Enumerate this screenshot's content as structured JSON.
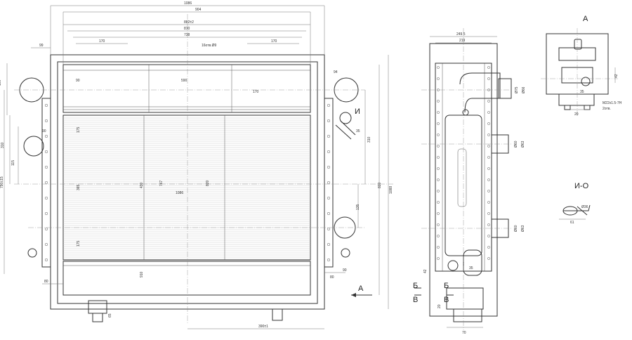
{
  "drawing": {
    "front": {
      "dims_top": [
        "1086",
        "904",
        "882±2",
        "810",
        "738",
        "170",
        "170",
        "99",
        "16отв.Ø9"
      ],
      "dims_left": [
        "100",
        "310",
        "115",
        "790±15"
      ],
      "dims_right": [
        "1088",
        "820"
      ],
      "dims_inside": [
        "90",
        "590",
        "170",
        "94",
        "90",
        "35",
        "310",
        "175",
        "365",
        "430",
        "767",
        "1086",
        "820",
        "175",
        "135",
        "910",
        "90"
      ],
      "dims_bottom": [
        "80",
        "80",
        "65",
        "390±1"
      ],
      "labels": {
        "section_I": "И",
        "arrow_A": "А"
      }
    },
    "side": {
      "dims_top": [
        "249.5",
        "219"
      ],
      "dims_right": [
        "Ø75",
        "Ø66",
        "Ø60",
        "Ø63",
        "Ø60",
        "Ø63"
      ],
      "dims_bottom": [
        "35",
        "42",
        "20",
        "70"
      ],
      "labels": {
        "sec_b1": "Б",
        "sec_b2": "Б",
        "sec_v1": "В",
        "sec_v2": "В"
      }
    },
    "view_A": {
      "title": "А",
      "dims": [
        "42",
        "35",
        "20"
      ],
      "note_line1": "M22x1.5-7H",
      "note_line2": "2отв."
    },
    "view_I": {
      "title": "И-О",
      "dims": [
        "Ø36",
        "61"
      ]
    }
  }
}
